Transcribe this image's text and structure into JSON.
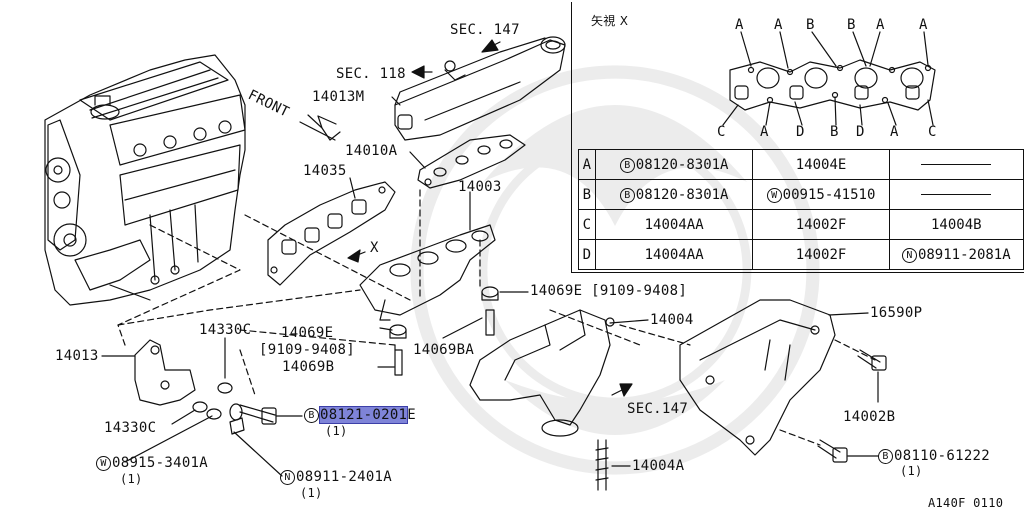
{
  "labels": {
    "sec147_top": "SEC. 147",
    "sec118": "SEC. 118",
    "p14013M": "14013M",
    "front": "FRONT",
    "p14010A": "14010A",
    "p14035": "14035",
    "p14003": "14003",
    "x": "X",
    "p14069E_right": "14069E [9109-9408]",
    "p14330C_top": "14330C",
    "p14069E_left": "14069E",
    "range_left": "[9109-9408]",
    "p14069BA": "14069BA",
    "p14069B": "14069B",
    "p14004": "14004",
    "p16590P": "16590P",
    "p14013": "14013",
    "sec147_right": "SEC.147",
    "p14002B": "14002B",
    "p14330C_bottom": "14330C",
    "b": "B",
    "w": "W",
    "n": "N",
    "bolt_08121": "08121-0201",
    "bolt_08121_suffix": "E",
    "qty1": "(1)",
    "w_08915": "08915-3401A",
    "n_08911": "08911-2401A",
    "p14004A": "14004A",
    "b_08110": "08110-61222",
    "fig_code": "A140F 0110"
  },
  "inset": {
    "view_label": "矢視  X",
    "top": [
      "A",
      "A",
      "B",
      "B",
      "A",
      "A"
    ],
    "bottom": [
      "C",
      "A",
      "D",
      "B",
      "D",
      "A",
      "C"
    ]
  },
  "table": [
    {
      "key": "A",
      "c1_prefix": "B",
      "c1": "08120-8301A",
      "c2": "14004E",
      "c3": ""
    },
    {
      "key": "B",
      "c1_prefix": "B",
      "c1": "08120-8301A",
      "c2_prefix": "W",
      "c2": "00915-41510",
      "c3": ""
    },
    {
      "key": "C",
      "c1": "14004AA",
      "c2": "14002F",
      "c3": "14004B"
    },
    {
      "key": "D",
      "c1": "14004AA",
      "c2": "14002F",
      "c3_prefix": "N",
      "c3": "08911-2081A"
    }
  ],
  "colors": {
    "highlight": "#7f84d8",
    "ink": "#111111"
  }
}
